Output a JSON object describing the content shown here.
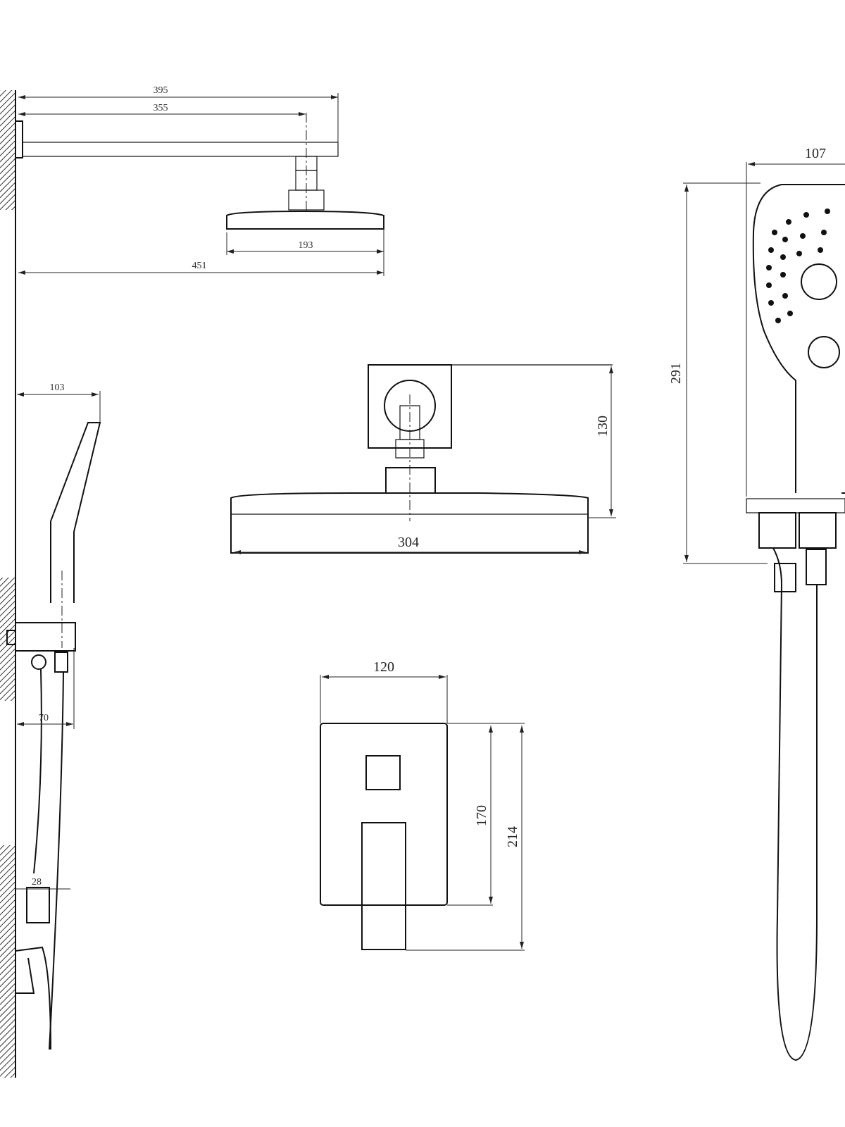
{
  "dimensions": {
    "arm_overall": "395",
    "arm_to_head_center": "355",
    "head_small_width": "193",
    "overall_projection": "451",
    "handshower_projection": "103",
    "bracket_projection": "70",
    "outlet_projection": "28",
    "head_height": "130",
    "head_width": "304",
    "handshower_height": "291",
    "handshower_width": "107",
    "mixer_plate_width": "120",
    "mixer_plate_height": "170",
    "mixer_overall_height": "214"
  },
  "colors": {
    "line": "#111111",
    "background": "#ffffff"
  }
}
